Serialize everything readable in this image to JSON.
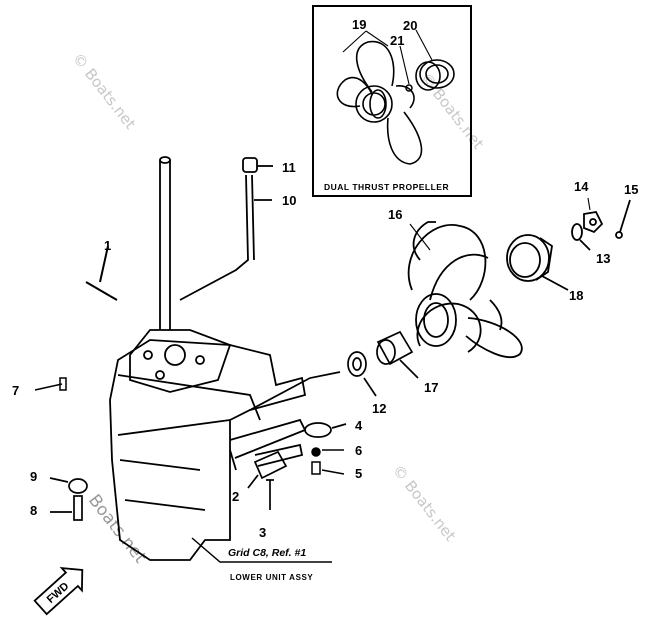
{
  "inset": {
    "title": "DUAL THRUST PROPELLER",
    "callouts": [
      "19",
      "20",
      "21"
    ]
  },
  "callouts": {
    "c1": "1",
    "c2": "2",
    "c3": "3",
    "c4": "4",
    "c5": "5",
    "c6": "6",
    "c7": "7",
    "c8": "8",
    "c9": "9",
    "c10": "10",
    "c11": "11",
    "c12": "12",
    "c13": "13",
    "c14": "14",
    "c15": "15",
    "c16": "16",
    "c17": "17",
    "c18": "18"
  },
  "reference": {
    "line1": "Grid C8, Ref. #1",
    "line2": "LOWER UNIT ASSY"
  },
  "direction_label": "FWD",
  "watermark": "© Boats.net",
  "watermark_main": "Boats.net"
}
